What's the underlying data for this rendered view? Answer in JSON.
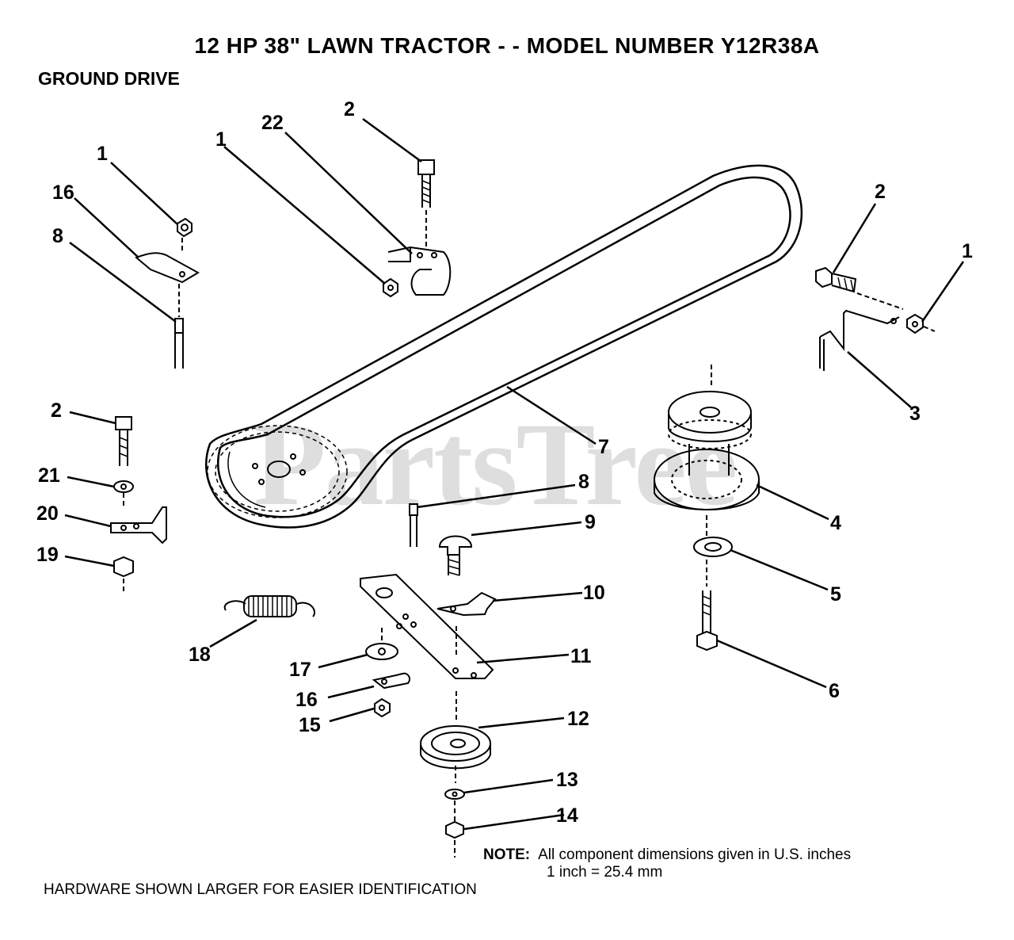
{
  "title": "12 HP 38\" LAWN TRACTOR - - MODEL NUMBER Y12R38A",
  "subtitle": "GROUND DRIVE",
  "watermark": "PartsTree",
  "note": {
    "label": "NOTE:",
    "line1": "All component dimensions given in U.S. inches",
    "line2": "1 inch = 25.4 mm"
  },
  "footer": "HARDWARE SHOWN LARGER FOR EASIER IDENTIFICATION",
  "callouts": [
    "2",
    "22",
    "1",
    "1",
    "16",
    "8",
    "2",
    "1",
    "3",
    "7",
    "4",
    "2",
    "21",
    "20",
    "19",
    "8",
    "9",
    "5",
    "10",
    "18",
    "11",
    "6",
    "17",
    "16",
    "15",
    "12",
    "13",
    "14"
  ]
}
